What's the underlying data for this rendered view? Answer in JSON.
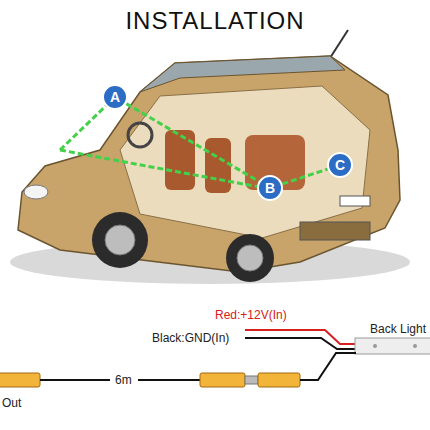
{
  "diagram": {
    "title": "INSTALLATION",
    "nodes": [
      {
        "text": [
          "A"
        ]
      },
      {
        "text": [
          "B"
        ]
      },
      {
        "text": [
          "C"
        ]
      }
    ],
    "edges": [
      {
        "from": 0,
        "to": 1,
        "arrow": "none"
      },
      {
        "from": 1,
        "to": 2,
        "arrow": "none"
      }
    ],
    "labels": [
      "Red:+12V(In)",
      "Black:GND(In)",
      "Back Light",
      "6m",
      "Out"
    ]
  }
}
